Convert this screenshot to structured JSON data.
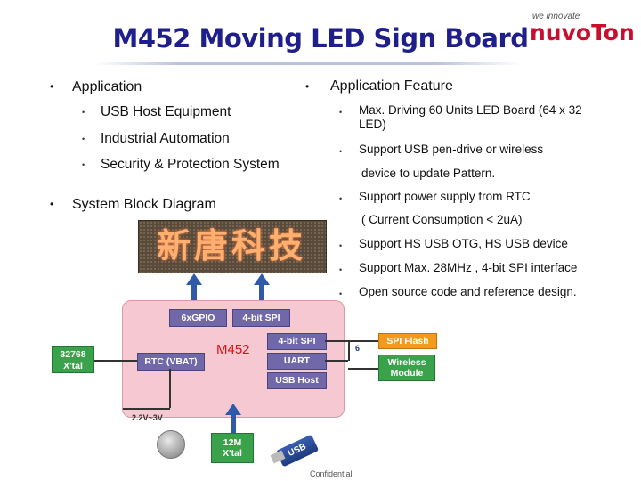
{
  "header": {
    "title": "M452 Moving LED Sign Board",
    "logo_tagline": "we innovate",
    "logo_text": "nuvoTon"
  },
  "left": {
    "application_heading": "Application",
    "applications": [
      "USB Host Equipment",
      "Industrial Automation",
      "Security & Protection System"
    ],
    "diagram_heading": "System Block Diagram"
  },
  "right": {
    "feature_heading": "Application Feature",
    "features": [
      "Max. Driving 60 Units LED Board (64 x 32 LED)",
      "Support USB pen-drive or wireless",
      "device to update Pattern.",
      "Support power supply from RTC",
      "( Current Consumption < 2uA)",
      "Support HS USB OTG, HS USB device",
      "Support Max. 28MHz , 4-bit SPI interface",
      "Open source code and reference design."
    ]
  },
  "diagram": {
    "led_text": "新唐科技",
    "gpio": "6xGPIO",
    "spi_top": "4-bit SPI",
    "chip_name": "M452",
    "rtc": "RTC (VBAT)",
    "spi_right": "4-bit SPI",
    "uart": "UART",
    "usb_host": "USB Host",
    "xtal_32": "32768\nX'tal",
    "spi_flash": "SPI Flash",
    "wireless": "Wireless\nModule",
    "xtal_12": "12M\nX'tal",
    "voltage": "2.2V~3V",
    "pin_count": "6",
    "usb_label": "USB"
  },
  "footer": {
    "confidential": "Confidential"
  },
  "colors": {
    "title": "#1f1f8c",
    "logo": "#c8102e",
    "chip": "#f6c8d2",
    "block": "#7068a8",
    "green": "#3aa24a",
    "orange": "#f39a1e",
    "arrow": "#2e5aa8"
  }
}
